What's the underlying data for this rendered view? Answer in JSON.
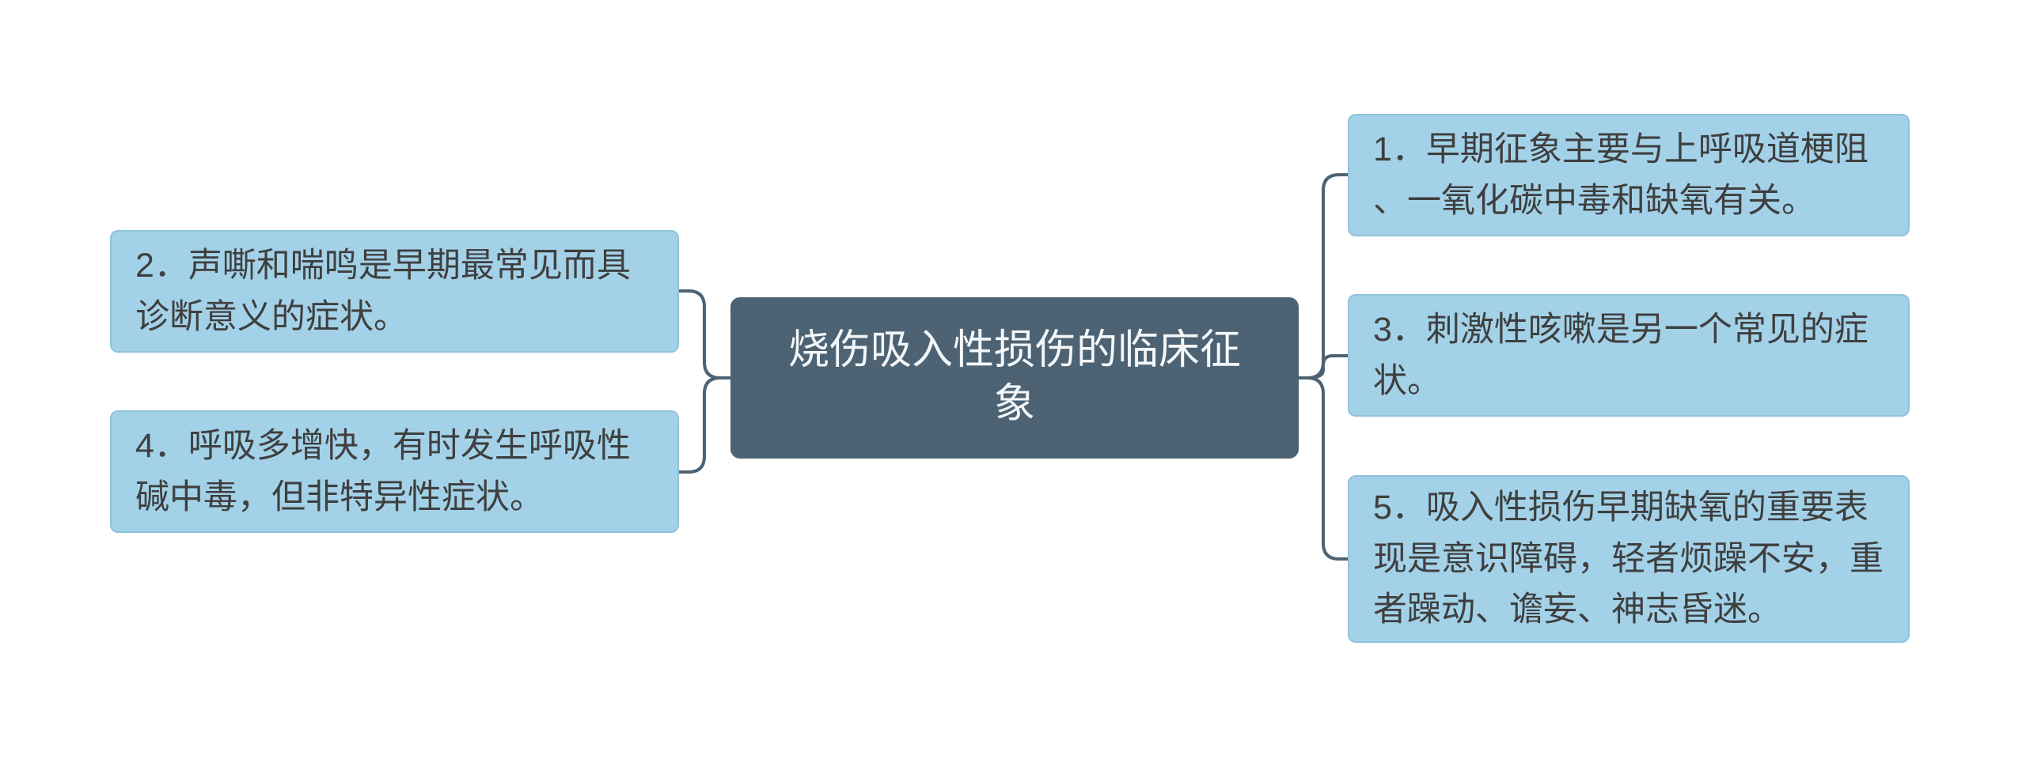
{
  "diagram": {
    "title": "烧伤吸入性损伤的临床征象",
    "center": {
      "label": "烧伤吸入性损伤的临床征象"
    },
    "left_nodes": [
      {
        "label": "2．声嘶和喘鸣是早期最常见而具诊断意义的症状。"
      },
      {
        "label": "4．呼吸多增快，有时发生呼吸性碱中毒，但非特异性症状。"
      }
    ],
    "right_nodes": [
      {
        "label": "1．早期征象主要与上呼吸道梗阻、一氧化碳中毒和缺氧有关。"
      },
      {
        "label": "3．刺激性咳嗽是另一个常见的症状。"
      },
      {
        "label": "5．吸入性损伤早期缺氧的重要表现是意识障碍，轻者烦躁不安，重者躁动、谵妄、神志昏迷。"
      }
    ],
    "colors": {
      "background": "#FFFFFF",
      "node_bg": "#A3D2E8",
      "node_border": "#8FC2DC",
      "node_text": "#3F3F3F",
      "center_bg": "#4D6373",
      "center_text": "#F4F7F9",
      "connector": "#4D6373"
    }
  }
}
